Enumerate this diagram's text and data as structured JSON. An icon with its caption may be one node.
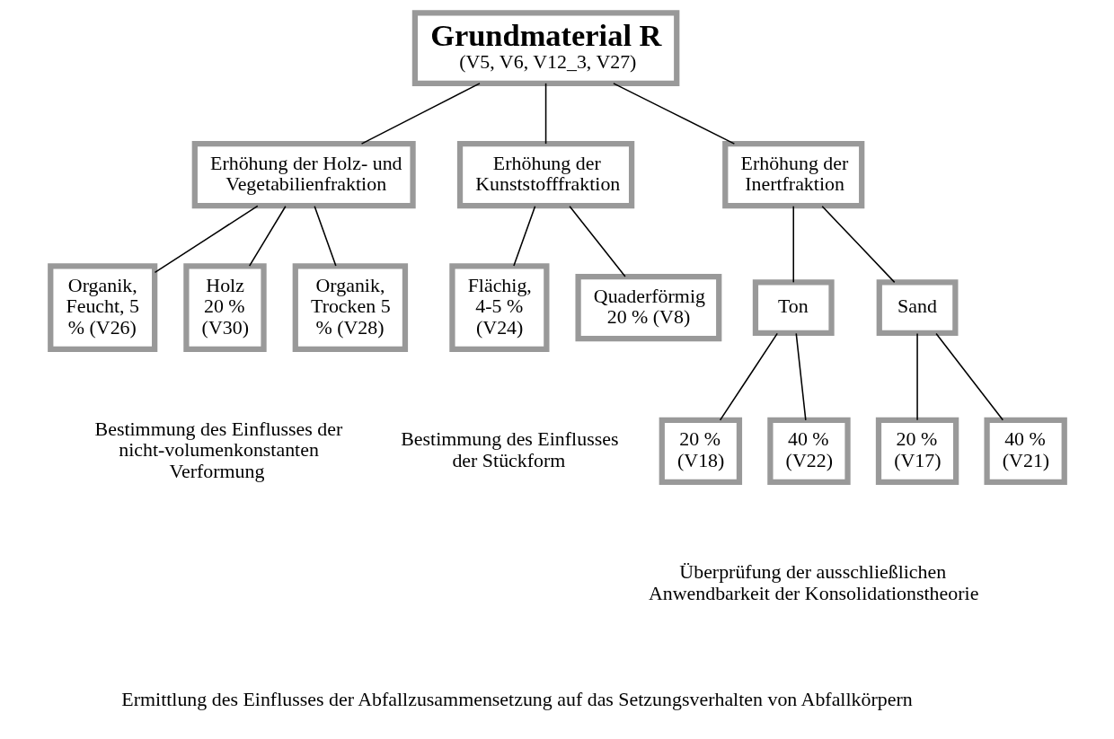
{
  "diagram": {
    "nodes": [
      {
        "text": [
          "Grundmaterial R",
          "(V5, V6, V12_3, V27)"
        ]
      },
      {
        "text": [
          "Erhöhung der Holz- und Vegetabilienfraktion"
        ]
      },
      {
        "text": [
          "Erhöhung der Kunststofffraktion"
        ]
      },
      {
        "text": [
          "Erhöhung der Inertfraktion"
        ]
      },
      {
        "text": [
          "Organik, Feucht, 5 % (V26)"
        ]
      },
      {
        "text": [
          "Holz 20 % (V30)"
        ]
      },
      {
        "text": [
          "Organik, Trocken 5 % (V28)"
        ]
      },
      {
        "text": [
          "Flächig, 4-5 % (V24)"
        ]
      },
      {
        "text": [
          "Quaderförmig 20 % (V8)"
        ]
      },
      {
        "text": [
          "Ton"
        ]
      },
      {
        "text": [
          "Sand"
        ]
      },
      {
        "text": [
          "20 % (V18)"
        ]
      },
      {
        "text": [
          "40 % (V22)"
        ]
      },
      {
        "text": [
          "20 % (V17)"
        ]
      },
      {
        "text": [
          "40 % (V21)"
        ]
      }
    ],
    "edges": [
      {
        "from": 0,
        "to": 1,
        "arrow": "none"
      },
      {
        "from": 0,
        "to": 2,
        "arrow": "none"
      },
      {
        "from": 0,
        "to": 3,
        "arrow": "none"
      },
      {
        "from": 1,
        "to": 4,
        "arrow": "none"
      },
      {
        "from": 1,
        "to": 5,
        "arrow": "none"
      },
      {
        "from": 1,
        "to": 6,
        "arrow": "none"
      },
      {
        "from": 2,
        "to": 7,
        "arrow": "none"
      },
      {
        "from": 2,
        "to": 8,
        "arrow": "none"
      },
      {
        "from": 3,
        "to": 9,
        "arrow": "none"
      },
      {
        "from": 3,
        "to": 10,
        "arrow": "none"
      },
      {
        "from": 9,
        "to": 11,
        "arrow": "none"
      },
      {
        "from": 9,
        "to": 12,
        "arrow": "none"
      },
      {
        "from": 10,
        "to": 13,
        "arrow": "none"
      },
      {
        "from": 10,
        "to": 14,
        "arrow": "none"
      }
    ],
    "labels": [
      "Bestimmung des Einflusses der nicht-volumenkonstanten Verformung",
      "Bestimmung des Einflusses der Stückform",
      "Überprüfung der ausschließlichen Anwendbarkeit der Konsolidationstheorie",
      "Ermittlung des Einflusses der Abfallzusammensetzung auf das Setzungsverhalten von Abfallkörpern"
    ]
  }
}
